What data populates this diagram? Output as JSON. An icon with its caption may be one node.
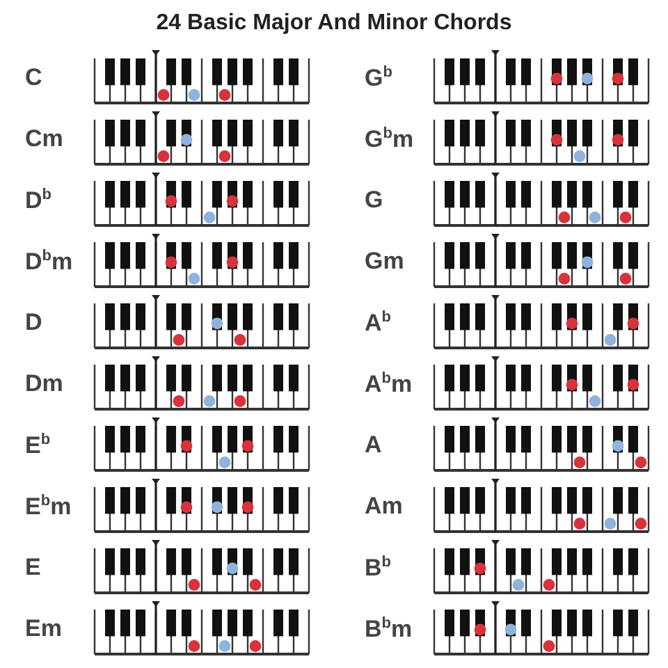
{
  "diagram": {
    "title": "24 Basic Major And Minor Chords",
    "labels": [
      "C",
      "G$^{b}$",
      "Cm",
      "G$^{b}$m",
      "D$^{b}$",
      "G",
      "D$^{b}$m",
      "Gm",
      "D",
      "A$^{b}$",
      "Dm",
      "A$^{b}$m",
      "E$^{b}$",
      "A",
      "E$^{b}$m",
      "Am",
      "E",
      "B$^{b}$",
      "Em",
      "B$^{b}$m"
    ]
  }
}
